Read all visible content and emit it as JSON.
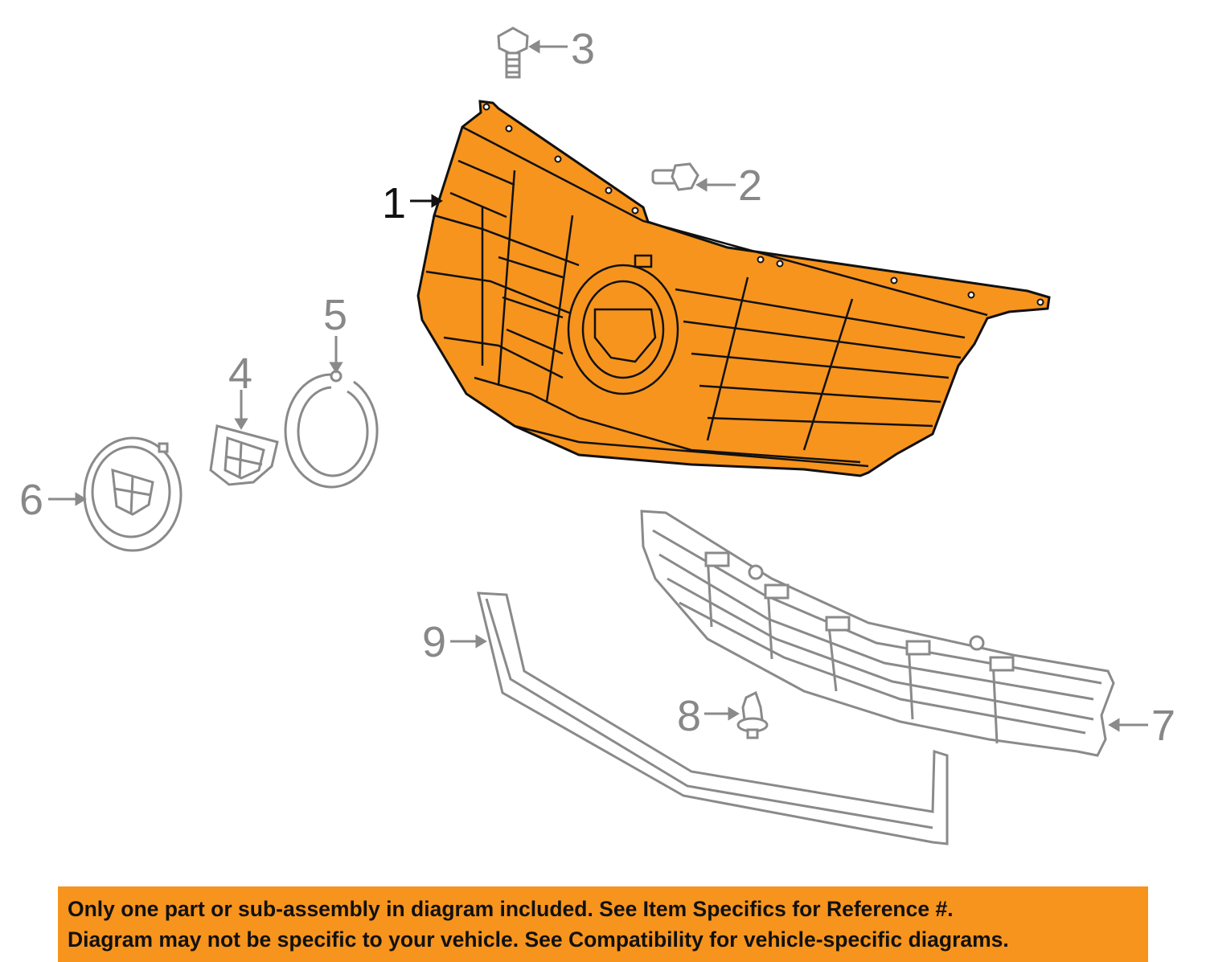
{
  "callouts": {
    "c1": "1",
    "c2": "2",
    "c3": "3",
    "c4": "4",
    "c5": "5",
    "c6": "6",
    "c7": "7",
    "c8": "8",
    "c9": "9"
  },
  "highlight_part": "1",
  "notice": {
    "line1": "Only one part or sub-assembly in diagram included. See Item Specifics for Reference #.",
    "line2": "Diagram may not be specific to your vehicle. See Compatibility for vehicle-specific diagrams."
  },
  "colors": {
    "highlight": "#f7941d",
    "part_outline": "#111111",
    "other_parts": "#8a8a8a",
    "background": "#ffffff"
  }
}
